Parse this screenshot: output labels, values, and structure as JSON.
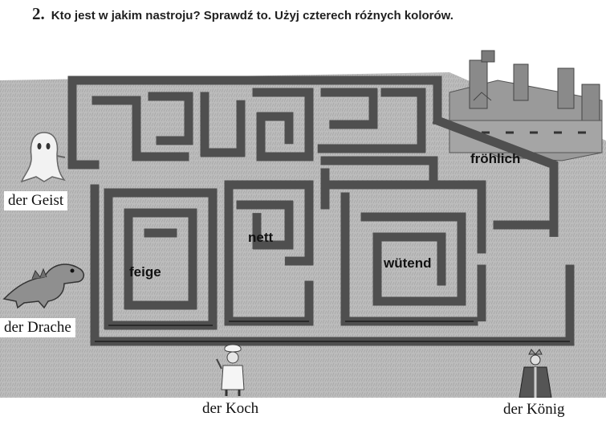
{
  "task": {
    "number": "2.",
    "text": "Kto jest w jakim nastroju? Sprawdź to. Użyj czterech różnych kolorów."
  },
  "moods": [
    "fröhlich",
    "nett",
    "feige",
    "wütend"
  ],
  "characters": [
    "der Geist",
    "der Drache",
    "der Koch",
    "der König"
  ],
  "colors": {
    "hedge": "#5a5a5a",
    "hedge_dark": "#2e2e2e",
    "ground": "#bdbdbd",
    "castle": "#8c8c8c"
  }
}
